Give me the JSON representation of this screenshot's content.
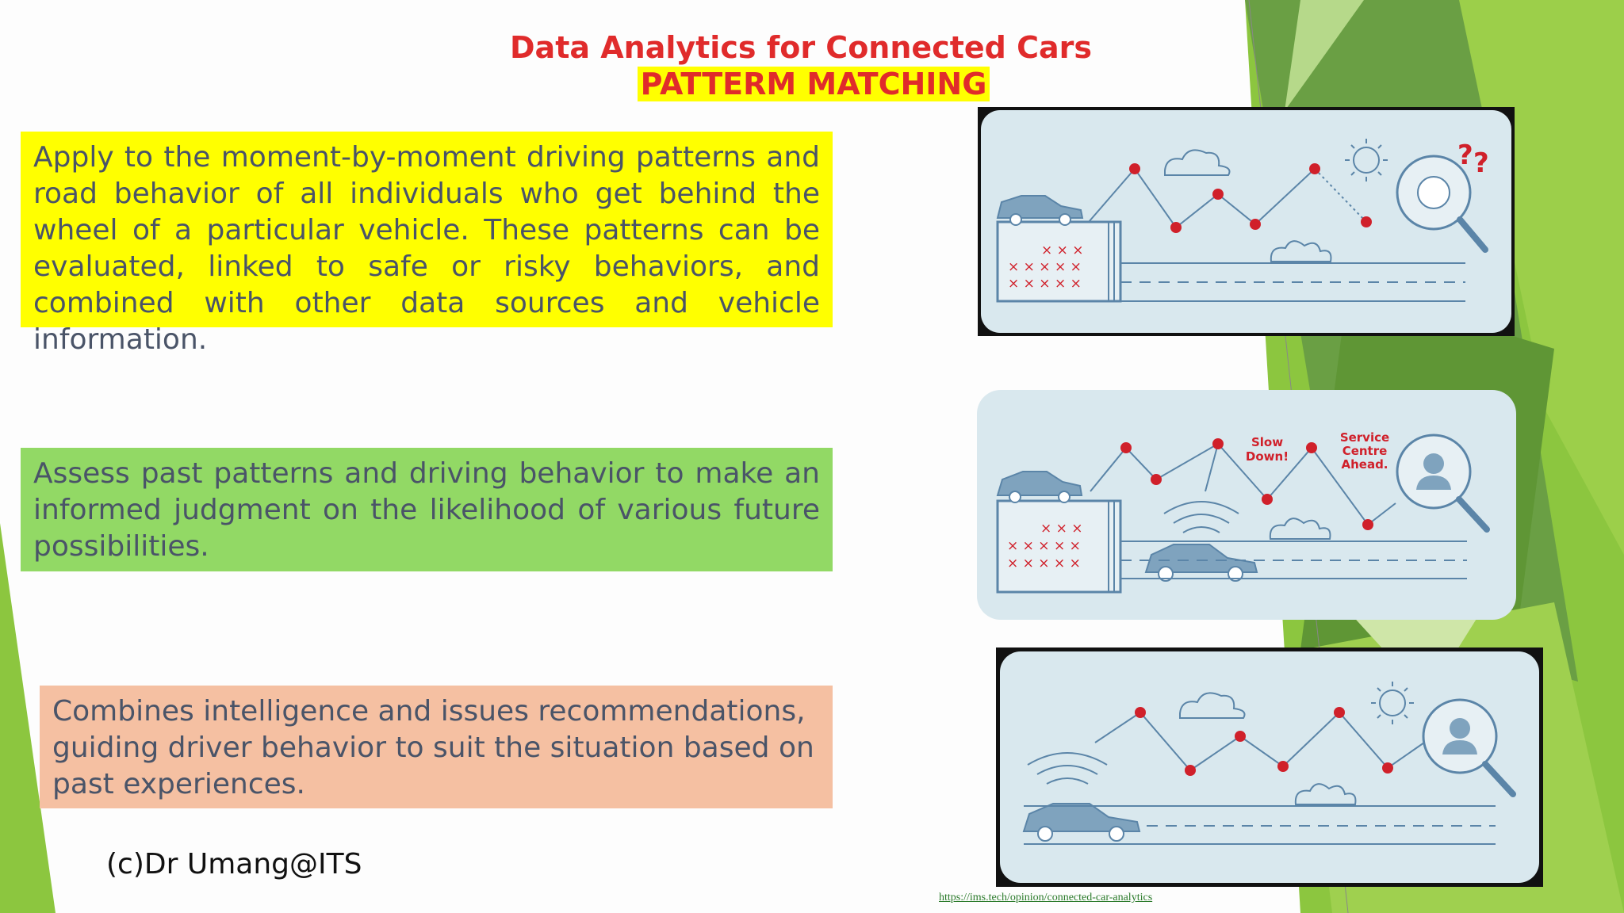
{
  "slide": {
    "title": "Data Analytics for Connected Cars",
    "subtitle": "PATTERM MATCHING"
  },
  "boxes": [
    {
      "text": "Apply to the moment-by-moment driving patterns and road behavior of all individuals who get behind the wheel of a particular vehicle. These patterns can be evaluated, linked to safe or risky behaviors, and combined with other data sources and vehicle information.",
      "color": "#ffff00"
    },
    {
      "text": "Assess past patterns and driving behavior to make an informed judgment on the likelihood of various future possibilities.",
      "color": "#92d965"
    },
    {
      "text": "Combines intelligence and issues recommendations, guiding driver behavior to suit the situation based on past experiences.",
      "color": "#f5c0a2"
    }
  ],
  "illustrations": [
    {
      "icons": [
        "car-icon",
        "cloud-icon",
        "sun-icon",
        "bush-icon",
        "magnifier-icon",
        "question-icon",
        "calendar-icon"
      ],
      "labels": [
        "?",
        "?"
      ]
    },
    {
      "icons": [
        "car-icon",
        "wifi-icon",
        "bush-icon",
        "magnifier-icon",
        "person-icon",
        "calendar-icon"
      ],
      "labels": [
        "Slow",
        "Down!",
        "Service",
        "Centre",
        "Ahead."
      ]
    },
    {
      "icons": [
        "car-icon",
        "wifi-icon",
        "cloud-icon",
        "sun-icon",
        "bush-icon",
        "magnifier-icon",
        "person-icon"
      ],
      "labels": []
    }
  ],
  "footer": {
    "credit": "(c)Dr Umang@ITS",
    "source_url": "https://ims.tech/opinion/connected-car-analytics"
  },
  "colors": {
    "title": "#e02b2b",
    "accent_green": "#7cb342",
    "marker": "#d0202a",
    "line": "#5b85a8",
    "panel": "#d9e8ee"
  }
}
